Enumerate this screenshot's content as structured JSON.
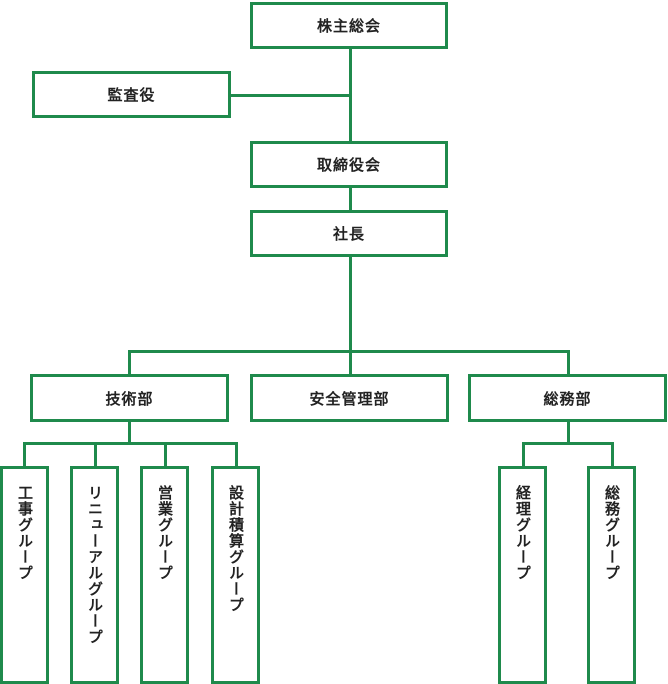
{
  "colors": {
    "line": "#1f8a4c",
    "text": "#222222",
    "box_bg": "#ffffff"
  },
  "org": {
    "shareholders": "株主総会",
    "auditor": "監査役",
    "board": "取締役会",
    "president": "社長",
    "departments": {
      "technical": "技術部",
      "safety": "安全管理部",
      "general_affairs": "総務部"
    },
    "groups": {
      "construction": "工事グループ",
      "renewal": "リニューアルグループ",
      "sales": "営業グループ",
      "design_estimation": "設計積算グループ",
      "accounting": "経理グループ",
      "general_affairs": "総務グループ"
    }
  }
}
